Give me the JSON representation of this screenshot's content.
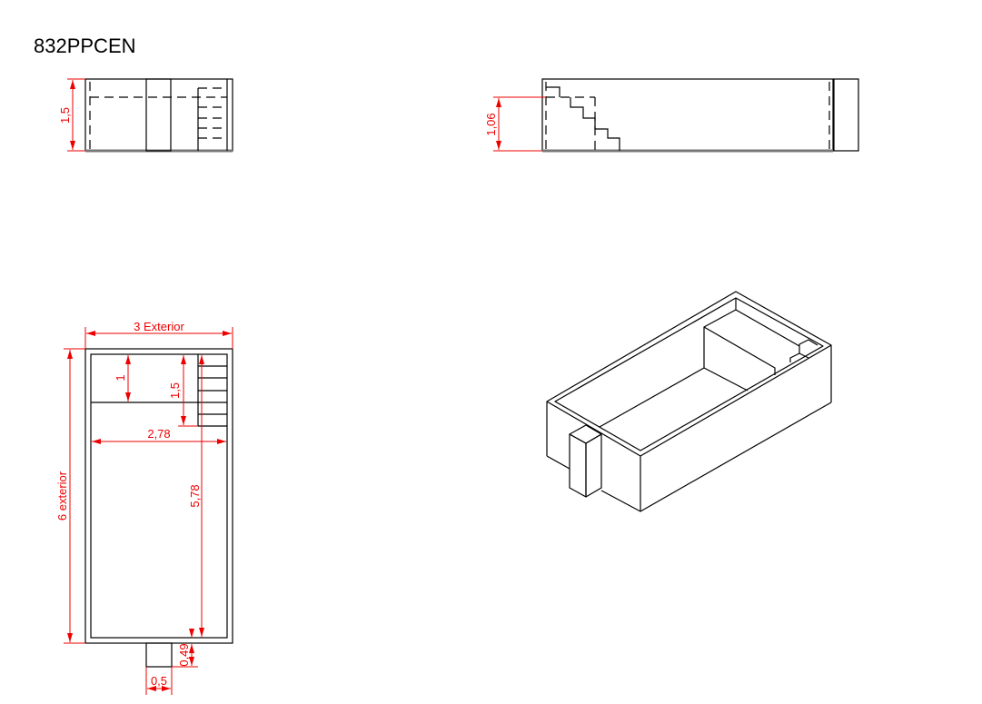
{
  "title": "832PPCEN",
  "front_elevation": {
    "height_dim": "1,5"
  },
  "side_elevation": {
    "height_dim": "1,06"
  },
  "plan": {
    "width_dim": "3 Exterior",
    "length_dim": "6 exterior",
    "step_zone_dim": "1",
    "stairs_depth_dim": "1,5",
    "interior_width_dim": "2,78",
    "interior_length_dim": "5,78",
    "tab_depth_dim": "0,49",
    "tab_width_dim": "0,5"
  },
  "colors": {
    "dimension": "#e00000",
    "line": "#000000"
  }
}
